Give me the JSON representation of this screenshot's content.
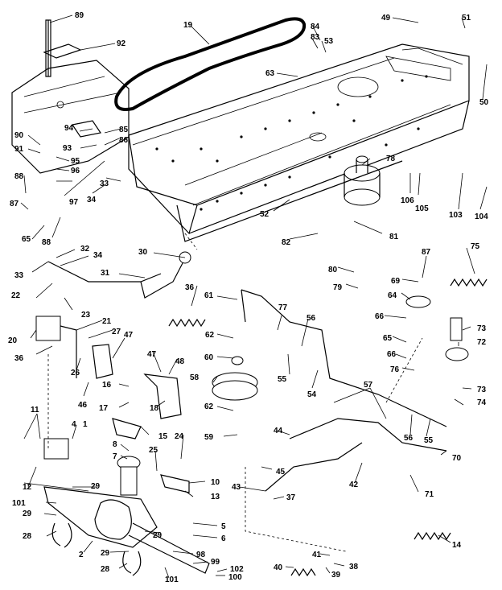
{
  "labels": {
    "l89": "89",
    "l92": "92",
    "l19": "19",
    "l84": "84",
    "l83a": "83",
    "l53a": "53",
    "l49": "49",
    "l51": "51",
    "l63": "63",
    "l50": "50",
    "l94": "94",
    "l85": "85",
    "l90": "90",
    "l93": "93",
    "l86": "86",
    "l91": "91",
    "l95": "95",
    "l96": "96",
    "l88a": "88",
    "l97": "97",
    "l34a": "34",
    "l33a": "33",
    "l78": "78",
    "l106": "106",
    "l105": "105",
    "l103": "103",
    "l104": "104",
    "l87a": "87",
    "l65a": "65",
    "l88b": "88",
    "l52": "52",
    "l82": "82",
    "l81": "81",
    "l32": "32",
    "l33b": "33",
    "l34b": "34",
    "l30": "30",
    "l75": "75",
    "l31": "31",
    "l22": "22",
    "l36a": "36",
    "l80": "80",
    "l87b": "87",
    "l69": "69",
    "l23": "23",
    "l79": "79",
    "l61": "61",
    "l64": "64",
    "l20": "20",
    "l21": "21",
    "l77": "77",
    "l56a": "56",
    "l66a": "66",
    "l73a": "73",
    "l36b": "36",
    "l27": "27",
    "l47a": "47",
    "l62a": "62",
    "l72": "72",
    "l65b": "65",
    "l26": "26",
    "l60": "60",
    "l55a": "55",
    "l48": "48",
    "l66b": "66",
    "l47b": "47",
    "l76": "76",
    "l58": "58",
    "l16": "16",
    "l54": "54",
    "l73b": "73",
    "l74": "74",
    "l17": "17",
    "l18": "18",
    "l62b": "62",
    "l57": "57",
    "l46": "46",
    "l11": "11",
    "l59": "59",
    "l15": "15",
    "l4": "4",
    "l1": "1",
    "l44": "44",
    "l56b": "56",
    "l55b": "55",
    "l8": "8",
    "l24": "24",
    "l70": "70",
    "l7": "7",
    "l25": "25",
    "l45": "45",
    "l10": "10",
    "l42": "42",
    "l12": "12",
    "l29a": "29",
    "l13": "13",
    "l43": "43",
    "l71": "71",
    "l101a": "101",
    "l37": "37",
    "l29b": "29",
    "l28a": "28",
    "l5": "5",
    "l29c": "29",
    "l6": "6",
    "l14": "14",
    "l2": "2",
    "l29d": "29",
    "l41": "41",
    "l38": "38",
    "l40": "40",
    "l39": "39",
    "l98": "98",
    "l28b": "28",
    "l99": "99",
    "l101b": "101",
    "l102": "102",
    "l100": "100"
  }
}
